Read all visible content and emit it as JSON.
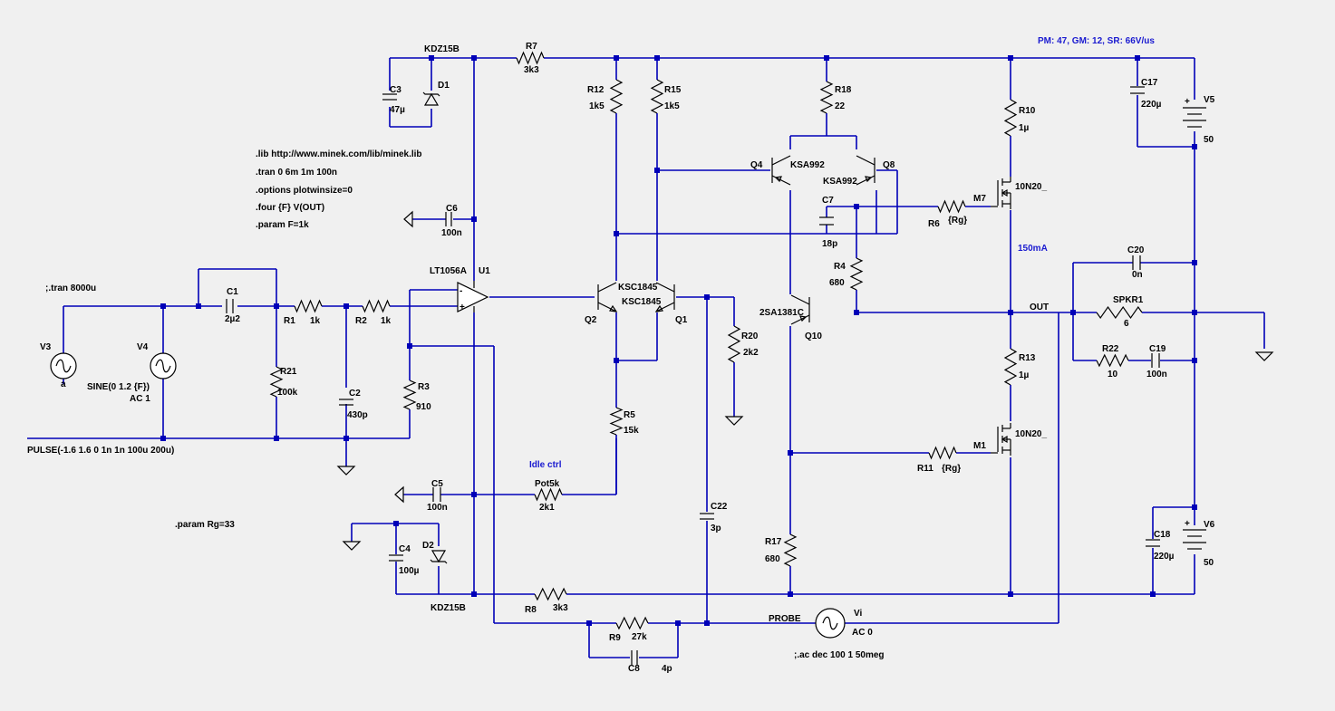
{
  "header_note": "PM: 47, GM: 12, SR: 66V/us",
  "directives": [
    ".lib http://www.minek.com/lib/minek.lib",
    ".tran 0 6m 1m 100n",
    ".options plotwinsize=0",
    ".four {F} V(OUT)",
    ".param F=1k"
  ],
  "comment_tran": ";.tran 8000u",
  "comment_ac": ";.ac dec 100 1 50meg",
  "param_rg": ".param Rg=33",
  "pulse_spec": "PULSE(-1.6 1.6 0 1n 1n 100u 200u)",
  "nets": {
    "out": "OUT",
    "probe": "PROBE",
    "idle": "Idle ctrl",
    "current": "150mA"
  },
  "components": {
    "V3": {
      "name": "V3"
    },
    "V4": {
      "name": "V4",
      "value": "SINE(0 1.2 {F})",
      "value2": "AC 1"
    },
    "C1": {
      "name": "C1",
      "value": "2µ2"
    },
    "R1": {
      "name": "R1",
      "value": "1k"
    },
    "R2": {
      "name": "R2",
      "value": "1k"
    },
    "R21": {
      "name": "R21",
      "value": "100k"
    },
    "C2": {
      "name": "C2",
      "value": "430p"
    },
    "R3": {
      "name": "R3",
      "value": "910"
    },
    "U1": {
      "name": "U1",
      "value": "LT1056A"
    },
    "C3": {
      "name": "C3",
      "value": "47µ"
    },
    "D1": {
      "name": "D1",
      "value": "KDZ15B"
    },
    "C6": {
      "name": "C6",
      "value": "100n"
    },
    "R7": {
      "name": "R7",
      "value": "3k3"
    },
    "R12": {
      "name": "R12",
      "value": "1k5"
    },
    "R15": {
      "name": "R15",
      "value": "1k5"
    },
    "Q2": {
      "name": "Q2",
      "value": "KSC1845"
    },
    "Q1": {
      "name": "Q1",
      "value": "KSC1845"
    },
    "R20": {
      "name": "R20",
      "value": "2k2"
    },
    "R5": {
      "name": "R5",
      "value": "15k"
    },
    "Pot5k": {
      "name": "Pot5k",
      "value": "2k1"
    },
    "C5": {
      "name": "C5",
      "value": "100n"
    },
    "C4": {
      "name": "C4",
      "value": "100µ"
    },
    "D2": {
      "name": "D2",
      "value": "KDZ15B"
    },
    "R8": {
      "name": "R8",
      "value": "3k3"
    },
    "R9": {
      "name": "R9",
      "value": "27k"
    },
    "C8": {
      "name": "C8",
      "value": "4p"
    },
    "C22": {
      "name": "C22",
      "value": "3p"
    },
    "R18": {
      "name": "R18",
      "value": "22"
    },
    "Q4": {
      "name": "Q4",
      "value": "KSA992"
    },
    "Q8": {
      "name": "Q8",
      "value": "KSA992"
    },
    "C7": {
      "name": "C7",
      "value": "18p"
    },
    "R6": {
      "name": "R6",
      "value": "{Rg}"
    },
    "R4": {
      "name": "R4",
      "value": "680"
    },
    "Q10": {
      "name": "Q10",
      "value": "2SA1381C"
    },
    "R17": {
      "name": "R17",
      "value": "680"
    },
    "R11": {
      "name": "R11",
      "value": "{Rg}"
    },
    "M7": {
      "name": "M7",
      "value": "10N20_"
    },
    "M1": {
      "name": "M1",
      "value": "10N20_"
    },
    "R10": {
      "name": "R10",
      "value": "1µ"
    },
    "R13": {
      "name": "R13",
      "value": "1µ"
    },
    "C17": {
      "name": "C17",
      "value": "220µ"
    },
    "C18": {
      "name": "C18",
      "value": "220µ"
    },
    "V5": {
      "name": "V5",
      "value": "50"
    },
    "V6": {
      "name": "V6",
      "value": "50"
    },
    "C20": {
      "name": "C20",
      "value": "0n"
    },
    "SPKR1": {
      "name": "SPKR1",
      "value": "6"
    },
    "R22": {
      "name": "R22",
      "value": "10"
    },
    "C19": {
      "name": "C19",
      "value": "100n"
    },
    "Vi": {
      "name": "Vi",
      "value": "AC 0"
    }
  }
}
